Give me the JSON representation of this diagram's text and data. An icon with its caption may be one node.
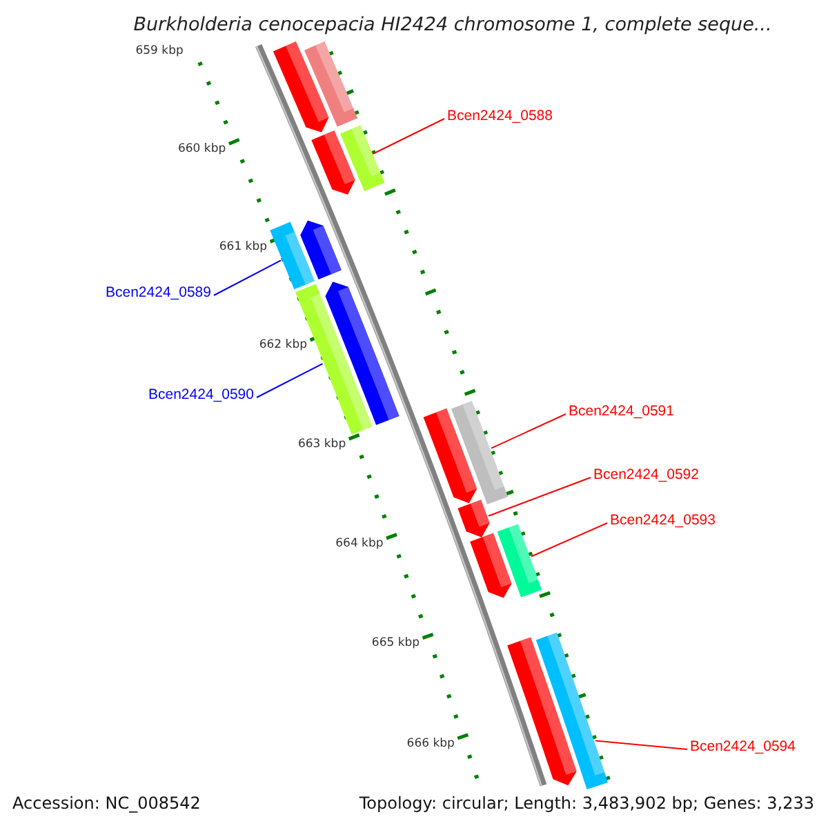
{
  "diagram": {
    "title": "Burkholderia cenocepacia HI2424 chromosome 1, complete seque...",
    "nodes": [
      {
        "text": [],
        "shape": "arrow"
      },
      {
        "text": [],
        "shape": "bar"
      },
      {
        "text": [],
        "shape": "arrow"
      },
      {
        "text": [],
        "shape": "bar"
      },
      {
        "text": [],
        "shape": "bar"
      },
      {
        "text": [],
        "shape": "arrow"
      },
      {
        "text": [],
        "shape": "bar"
      },
      {
        "text": [],
        "shape": "arrow"
      },
      {
        "text": [],
        "shape": "bar"
      },
      {
        "text": [],
        "shape": "arrow"
      },
      {
        "text": [],
        "shape": "arrow"
      },
      {
        "text": [],
        "shape": "bar"
      },
      {
        "text": [],
        "shape": "arrow"
      },
      {
        "text": [],
        "shape": "arrow"
      },
      {
        "text": [],
        "shape": "bar"
      },
      {
        "text": [
          "Bcen2424_0588"
        ]
      },
      {
        "text": [
          "Bcen2424_0589"
        ]
      },
      {
        "text": [
          "Bcen2424_0590"
        ]
      },
      {
        "text": [
          "Bcen2424_0591"
        ]
      },
      {
        "text": [
          "Bcen2424_0592"
        ]
      },
      {
        "text": [
          "Bcen2424_0593"
        ]
      },
      {
        "text": [
          "Bcen2424_0594"
        ]
      }
    ],
    "edges": [
      {
        "from": 15,
        "to": 3,
        "arrow": "none"
      },
      {
        "from": 16,
        "to": 4,
        "arrow": "none",
        "color": "#0000ff"
      },
      {
        "from": 17,
        "to": 6,
        "arrow": "none",
        "color": "#0000ff"
      },
      {
        "from": 18,
        "to": 8,
        "arrow": "none"
      },
      {
        "from": 19,
        "to": 10,
        "arrow": "none"
      },
      {
        "from": 20,
        "to": 11,
        "arrow": "none"
      },
      {
        "from": 21,
        "to": 14,
        "arrow": "none"
      }
    ],
    "labels": [
      "659 kbp",
      "660 kbp",
      "661 kbp",
      "662 kbp",
      "663 kbp",
      "664 kbp",
      "665 kbp",
      "666 kbp",
      "Accession: NC_008542",
      "Topology: circular; Length: 3,483,902 bp; Genes: 3,233"
    ]
  }
}
